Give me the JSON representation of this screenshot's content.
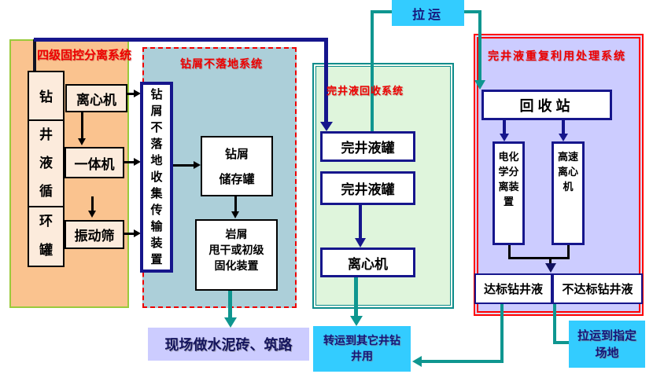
{
  "colors": {
    "navy_line": "#16168C",
    "teal_line": "#0F9690",
    "cyan_box": "#33CCFF",
    "orange_panel_fill": "#FAC38F",
    "orange_panel_border": "#9ACA3C",
    "teal_panel_fill": "#ACCFD9",
    "green_panel_fill": "#DFF5DC",
    "green_panel_border": "#0E8C8C",
    "reuse_panel_fill": "#CCCCFF",
    "reuse_panel_border": "#FF0000",
    "cream_box_fill": "#FCEBDC",
    "red_label": "#EE0000",
    "lavender_box": "#CCCCFF"
  },
  "transport": {
    "label": "拉运"
  },
  "solid_control": {
    "title": "四级固控分离系统",
    "tank_cells": [
      "钻",
      "井液循",
      "环罐"
    ],
    "centrifuge": "离心机",
    "integrated_machine": "一体机",
    "shale_shaker": "振动筛"
  },
  "cuttings": {
    "title": "钻屑不落地系统",
    "collector": "钻屑不落地收集传输装置",
    "storage_tank_lines": [
      "钻屑",
      "储存罐"
    ],
    "solidify_lines": [
      "岩屑",
      "甩干或初级",
      "固化装置"
    ]
  },
  "recovery": {
    "title": "完井液回收系统",
    "tank1": "完井液罐",
    "tank2": "完井液罐",
    "centrifuge": "离心机"
  },
  "reuse": {
    "title": "完井液重复利用处理系统",
    "recycle_station": "回收站",
    "electro_separator": "电化学分离装置",
    "high_speed_centrifuge": "高速离心机",
    "qualified": "达标钻井液",
    "unqualified": "不达标钻井液"
  },
  "outputs": {
    "cement_road": "现场做水泥砖、筑路",
    "transfer_lines": [
      "转运到其它井钻",
      "井用"
    ],
    "haul_lines": [
      "拉运到指定",
      "场地"
    ]
  }
}
